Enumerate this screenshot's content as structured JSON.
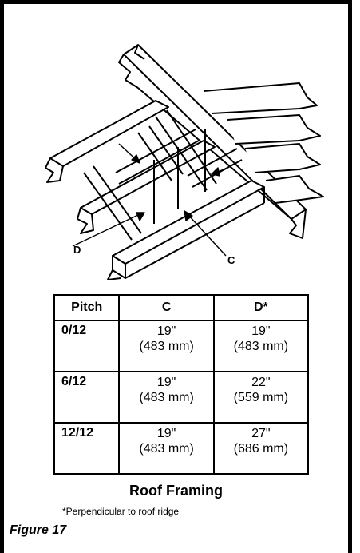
{
  "drawing": {
    "label_c": "C",
    "label_d": "D"
  },
  "table": {
    "headers": [
      "Pitch",
      "C",
      "D*"
    ],
    "rows": [
      {
        "pitch": "0/12",
        "c_in": "19\"",
        "c_mm": "(483 mm)",
        "d_in": "19\"",
        "d_mm": "(483 mm)"
      },
      {
        "pitch": "6/12",
        "c_in": "19\"",
        "c_mm": "(483 mm)",
        "d_in": "22\"",
        "d_mm": "(559 mm)"
      },
      {
        "pitch": "12/12",
        "c_in": "19\"",
        "c_mm": "(483 mm)",
        "d_in": "27\"",
        "d_mm": "(686 mm)"
      }
    ]
  },
  "caption": {
    "title": "Roof Framing",
    "footnote": "*Perpendicular to roof ridge",
    "figure_label": "Figure 17"
  }
}
